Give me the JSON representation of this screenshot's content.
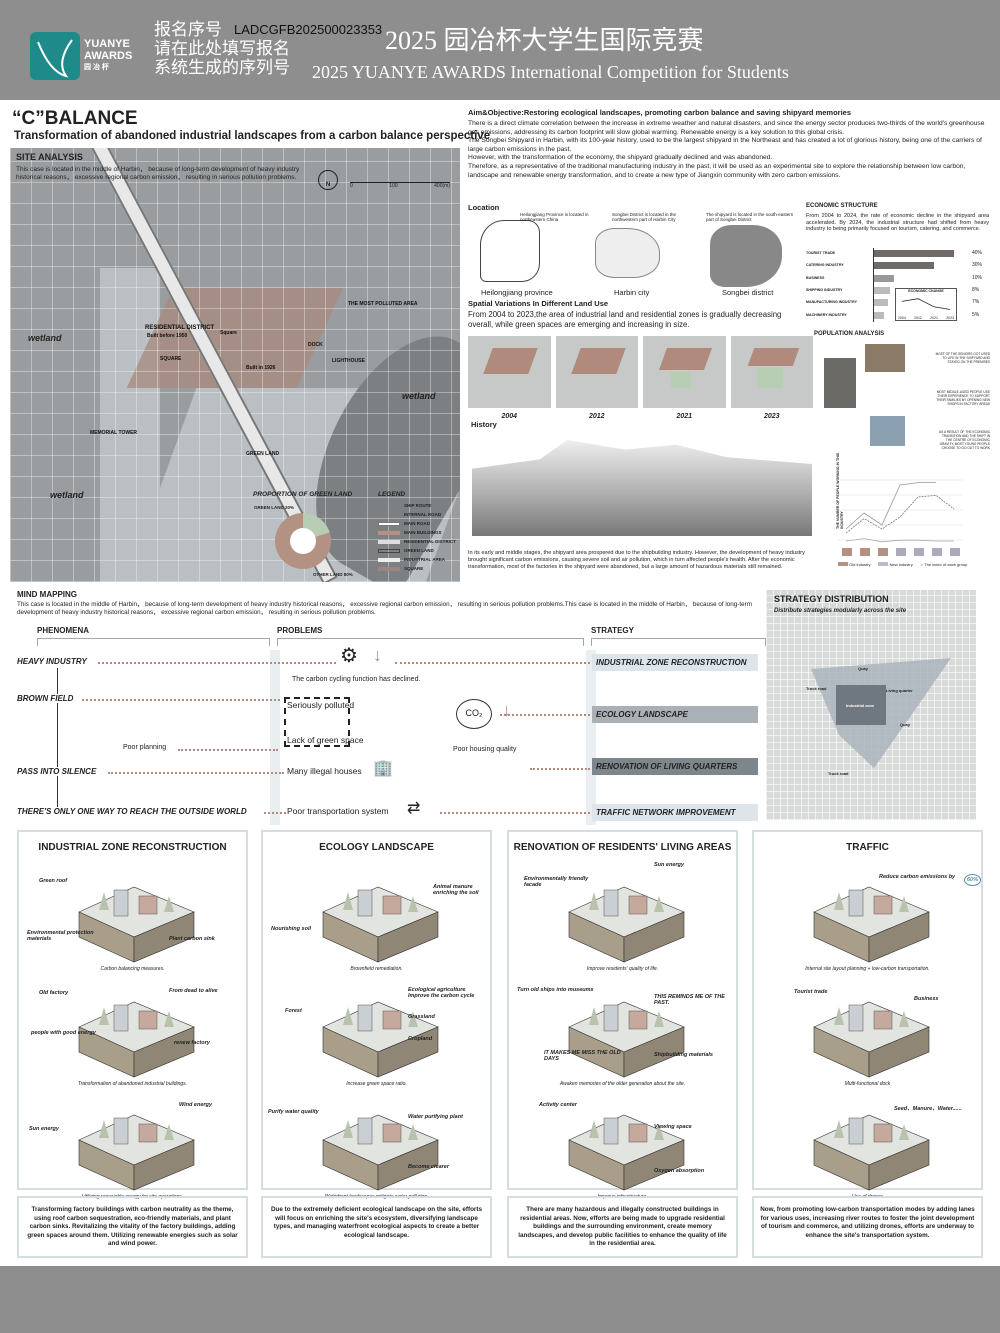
{
  "header": {
    "logo_line1": "YUANYE",
    "logo_line2": "AWARDS",
    "logo_cn": "园 冶 杯",
    "cn_lines": [
      "报名序号",
      "请在此处填写报名",
      "系统生成的序列号"
    ],
    "serial": "LADCGFB202500023353",
    "title_cn": "2025 园冶杯大学生国际竞赛",
    "title_en": "2025 YUANYE AWARDS International Competition for  Students"
  },
  "title": "“C”BALANCE",
  "subtitle": "Transformation of abandoned industrial landscapes from a carbon balance perspective",
  "site": {
    "heading": "SITE ANALYSIS",
    "text": "This case is located in the middle of Harbin， because of long-term development of heavy industry historical reasons， excessive regional carbon emission， resulting in serious pollution problems.",
    "north": "N",
    "scale": [
      "0",
      "100",
      "400(m)"
    ],
    "labels": {
      "wetland": "wetland",
      "polluted": "THE MOST POLLUTED AREA",
      "residential": "RESIDENTIAL DISTRICT",
      "built": "Built before 1950",
      "square": "SQUARE",
      "square2": "Square",
      "church": "Built in 1926",
      "memorial": "MEMORIAL TOWER",
      "green": "GREEN LAND",
      "dock": "DOCK",
      "lighthouse": "LIGHTHOUSE"
    },
    "green_heading": "PROPORTION OF GREEN LAND",
    "green_label": "GREEN LAND 20%",
    "other_label": "OTHER LAND 80%",
    "green_pct": 20,
    "legend_heading": "LEGEND",
    "legend": [
      "SHIP ROUTE",
      "INTERNAL ROAD",
      "MAIN ROAD",
      "MAIN BUILDINGS",
      "RESIDENTIAL DISTRICT",
      "GREEN LAND",
      "INDUSTRIAL AREA",
      "SQUARE"
    ]
  },
  "aim": {
    "heading": "Aim&Objective:Restoring ecological landscapes, promoting carbon balance and saving shipyard memories",
    "paras": [
      "There is a direct climate correlation between the increase in extreme weather and natural disasters, and since the energy sector produces two-thirds of the world's greenhouse gas emissions, addressing its carbon footprint will slow global warming. Renewable energy is a key solution to this global crisis.",
      "The Songbei Shipyard in Harbin, with its 100-year history, used to be the largest shipyard in the Northeast and has created a lot of glorious history, being one of the carriers of large carbon emissions in the past.",
      "However, with the transformation of the economy, the shipyard gradually declined and was abandoned.",
      "Therefore, as a representative of the traditional manufacturing industry in the past, it will be used as an experimental site to explore the relationship between low carbon, landscape and renewable energy transformation, and to create a new type of Jiangxin community with zero carbon emissions."
    ]
  },
  "location": {
    "heading": "Location",
    "notes": [
      "Heilongjiang Province is located in northeastern China",
      "Songbei District is located in the northwestern part of Harbin City",
      "The shipyard is located in the south-eastern part of Songbei District"
    ],
    "names": [
      "Heilongjiang province",
      "Harbin city",
      "Songbei district"
    ]
  },
  "economy": {
    "heading": "ECONOMIC STRUCTURE",
    "text": "From 2004 to 2024, the rate of economic decline in the shipyard area accelerated. By 2024, the industrial structure had shifted from heavy industry to being primarily focused on tourism, catering, and commerce.",
    "chart_data": {
      "type": "bar",
      "categories": [
        "TOURIST TRADE",
        "CATERING INDUSTRY",
        "BUSINESS",
        "SHIPPING INDUSTRY",
        "MANUFACTURING INDUSTRY",
        "MACHINERY INDUSTRY"
      ],
      "values": [
        40,
        30,
        10,
        8,
        7,
        5
      ],
      "labels": [
        "40%",
        "30%",
        "10%",
        "8%",
        "7%",
        "5%"
      ]
    },
    "change": {
      "title": "ECONOMIC CHANGE",
      "years": [
        "2004",
        "2012",
        "2021",
        "2023"
      ],
      "values": [
        70,
        85,
        40,
        25
      ]
    }
  },
  "landuse": {
    "heading": "Spatial Variations In Different Land Use",
    "text": "From 2004 to 2023,the area of industrial land and residential zones is gradually decreasing overall, while green spaces are emerging and increasing in size.",
    "years": [
      "2004",
      "2012",
      "2021",
      "2023"
    ]
  },
  "history": {
    "heading": "History",
    "text": "In its early and middle stages, the shipyard area prospered due to the shipbuilding industry. However, the development of heavy industry brought significant carbon emissions, causing severe soil and air pollution, which in turn affected people's health. After the economic transformation, most of the factories in the shipyard were abandoned, but a large amount of hazardous materials still remained."
  },
  "population": {
    "heading": "POPULATION ANALYSIS",
    "notes": [
      "MOST OF THE SENIORS GOT USED TO LIFE IN THE SHIPYARD AND STAYED ON THE PREMISES",
      "MOST MIDDLE-AGED PEOPLE USE THEIR EXPERIENCE TO SUPPORT THEIR FAMILIES BY OPENING NEW SHOPS IN FACTORY AREAS",
      "AS A RESULT OF THE ECONOMIC TRANSITION AND THE SHIFT IN THE CENTRE OF ECONOMIC GRAVITY, MOST YOUNG PEOPLE CHOOSE TO GO OUT TO WORK"
    ],
    "ylabel": "THE NUMBER OF PEOPLE WORKING IN THIS INDUSTRY",
    "legend": [
      "Old industry",
      "New industry",
      "The index of each group"
    ],
    "chart_data": {
      "type": "line",
      "series": [
        {
          "name": "upper",
          "values": [
            20,
            40,
            25,
            75,
            78,
            78
          ]
        },
        {
          "name": "middle",
          "values": [
            15,
            33,
            20,
            35,
            60,
            62,
            45
          ]
        },
        {
          "name": "lower",
          "values": [
            5,
            8,
            4,
            6,
            6,
            5,
            5
          ]
        }
      ]
    }
  },
  "mind": {
    "heading": "MIND MAPPING",
    "text": "This case is located in the middle of Harbin， because of long-term development of heavy industry historical reasons， excessive regional carbon emission， resulting in serious pollution problems.This case is located in the middle of Harbin， because of long-term development of heavy industry historical reasons， excessive regional carbon emission， resulting in serious pollution problems.",
    "cols": [
      "PHENOMENA",
      "PROBLEMS",
      "STRATEGY"
    ],
    "phenomena": [
      "HEAVY INDUSTRY",
      "BROWN FIELD",
      "PASS INTO SILENCE",
      "THERE'S ONLY ONE WAY TO REACH THE OUTSIDE WORLD"
    ],
    "problems": {
      "carbon": "The carbon cycling function has declined.",
      "polluted": "Seriously polluted",
      "green": "Lack of green space",
      "planning": "Poor planning",
      "housing": "Poor housing quality",
      "illegal": "Many illegal houses",
      "transport": "Poor transportation system",
      "co2": "CO₂"
    },
    "strategies": [
      "INDUSTRIAL ZONE RECONSTRUCTION",
      "ECOLOGY LANDSCAPE",
      "RENOVATION OF LIVING QUARTERS",
      "TRAFFIC NETWORK IMPROVEMENT"
    ]
  },
  "distribution": {
    "heading": "STRATEGY DISTRIBUTION",
    "sub": "Distribute strategies modularly across the site",
    "labels": [
      "Quay",
      "Truck road",
      "Living quarter",
      "Industrial zone",
      "Quay",
      "Truck road"
    ]
  },
  "panels": [
    {
      "title": "INDUSTRIAL ZONE RECONSTRUCTION",
      "labels": [
        "Green roof",
        "Environmental protection materials",
        "Plant carbon sink",
        "Old factory",
        "From dead to alive",
        "people with good energy",
        "renew factory",
        "Wind energy",
        "Sun energy"
      ],
      "captions": [
        "Carbon balancing measures.",
        "Transformation of abandoned industrial buildings.",
        "Utilizing renewable energy for site operations."
      ],
      "text": "Transforming factory buildings with carbon neutrality as the theme, using roof carbon sequestration, eco-friendly materials, and plant carbon sinks. Revitalizing the vitality of the factory buildings, adding green spaces around them. Utilizing renewable energies such as solar and wind power."
    },
    {
      "title": "ECOLOGY LANDSCAPE",
      "labels": [
        "Animal manure enriching the soil",
        "Nourishing soil",
        "Ecological agriculture Improve the carbon cycle",
        "Forest",
        "Grassland",
        "Cropland",
        "Purify water quality",
        "Water purifying plant",
        "Become clearer"
      ],
      "captions": [
        "Brownfield remediation.",
        "Increase green space ratio.",
        "Waterfront landscapes mitigate water pollution."
      ],
      "text": "Due to the extremely deficient ecological landscape on the site, efforts will focus on enriching the site's ecosystem, diversifying landscape types, and managing waterfront ecological aspects to create a better ecological landscape."
    },
    {
      "title": "RENOVATION OF RESIDENTS' LIVING AREAS",
      "labels": [
        "Sun energy",
        "Environmentally friendly facade",
        "Turn old ships into museums",
        "THIS REMINDS ME OF THE PAST.",
        "IT MAKES ME MISS THE OLD DAYS",
        "Shipbuilding materials",
        "Activity center",
        "Viewing space",
        "Oxygen absorption"
      ],
      "captions": [
        "Improve residents' quality of life.",
        "Awaken memories of the older generation about the site.",
        "Improve infrastructure."
      ],
      "text": "There are many hazardous and illegally constructed buildings in residential areas. Now, efforts are being made to upgrade residential buildings and the surrounding environment, create memory landscapes, and develop public facilities to enhance the quality of life in the residential area."
    },
    {
      "title": "TRAFFIC",
      "labels": [
        "Reduce carbon emissions by",
        "60%",
        "Tourist trade",
        "Business",
        "Seed、Manure、Water......"
      ],
      "captions": [
        "Internal site layout planning + low-carbon transportation.",
        "Multi-functional dock",
        "Use of drones"
      ],
      "text": "Now, from promoting low-carbon transportation modes by adding lanes for various uses, increasing river routes to foster the joint development of tourism and commerce, and utilizing drones, efforts are underway to enhance the site's transportation system."
    }
  ],
  "colors": {
    "header": "#8e8e8e",
    "teal": "#1f8a8a",
    "brick": "#a78a7c",
    "green": "#b7cdb3",
    "strategy_light": "#dde5ea",
    "strategy_mid": "#a9b1b6",
    "strategy_dark": "#7d868b"
  }
}
